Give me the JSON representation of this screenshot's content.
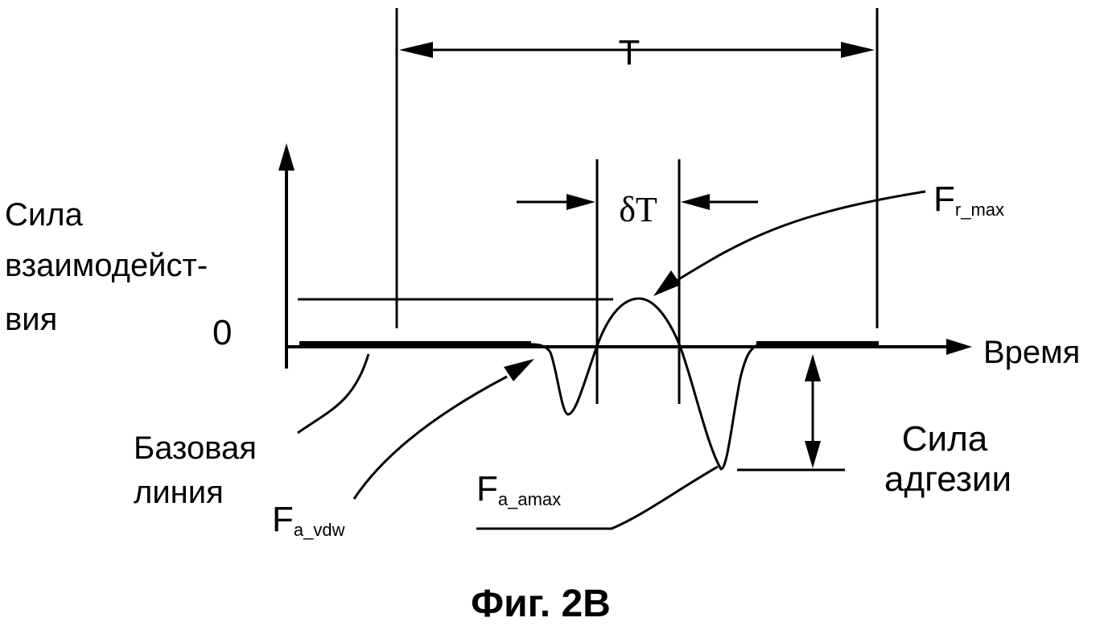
{
  "y_label": [
    "Сила",
    "взаимодейст-",
    "вия"
  ],
  "zero_label": "0",
  "x_label": "Время",
  "period_label": "T",
  "delta_label": "δT",
  "f_r_max": {
    "main": "F",
    "sub": "r_max"
  },
  "f_a_vdw": {
    "main": "F",
    "sub": "a_vdw"
  },
  "f_a_amax": {
    "main": "F",
    "sub": "a_amax"
  },
  "baseline_label": [
    "Базовая",
    "линия"
  ],
  "adhesion_label": [
    "Сила",
    "адгезии"
  ],
  "caption": "Фиг. 2B"
}
